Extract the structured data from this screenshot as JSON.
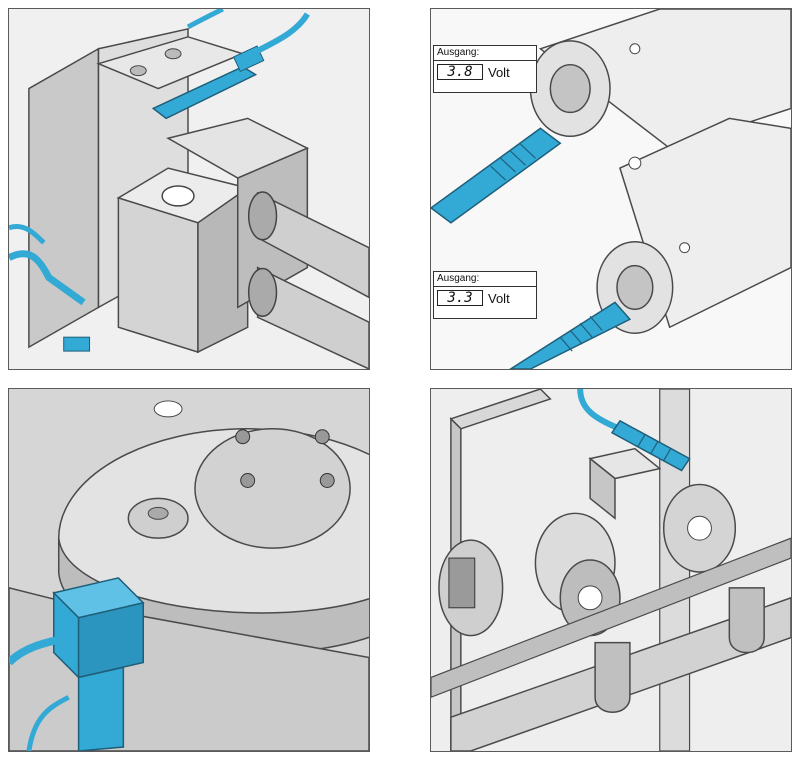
{
  "colors": {
    "sensor": "#33a9d6",
    "outline": "#4a4a4a",
    "metal_light": "#e6e6e6",
    "metal_mid": "#c8c8c8",
    "metal_dark": "#9e9e9e"
  },
  "panels": [
    {
      "id": "pneumatic-cylinder-panel"
    },
    {
      "id": "inductive-sensors-panel",
      "readouts": [
        {
          "label": "Ausgang:",
          "value": "3.8",
          "unit": "Volt"
        },
        {
          "label": "Ausgang:",
          "value": "3.3",
          "unit": "Volt"
        }
      ]
    },
    {
      "id": "rotary-table-panel"
    },
    {
      "id": "conveyor-rollers-panel"
    }
  ]
}
